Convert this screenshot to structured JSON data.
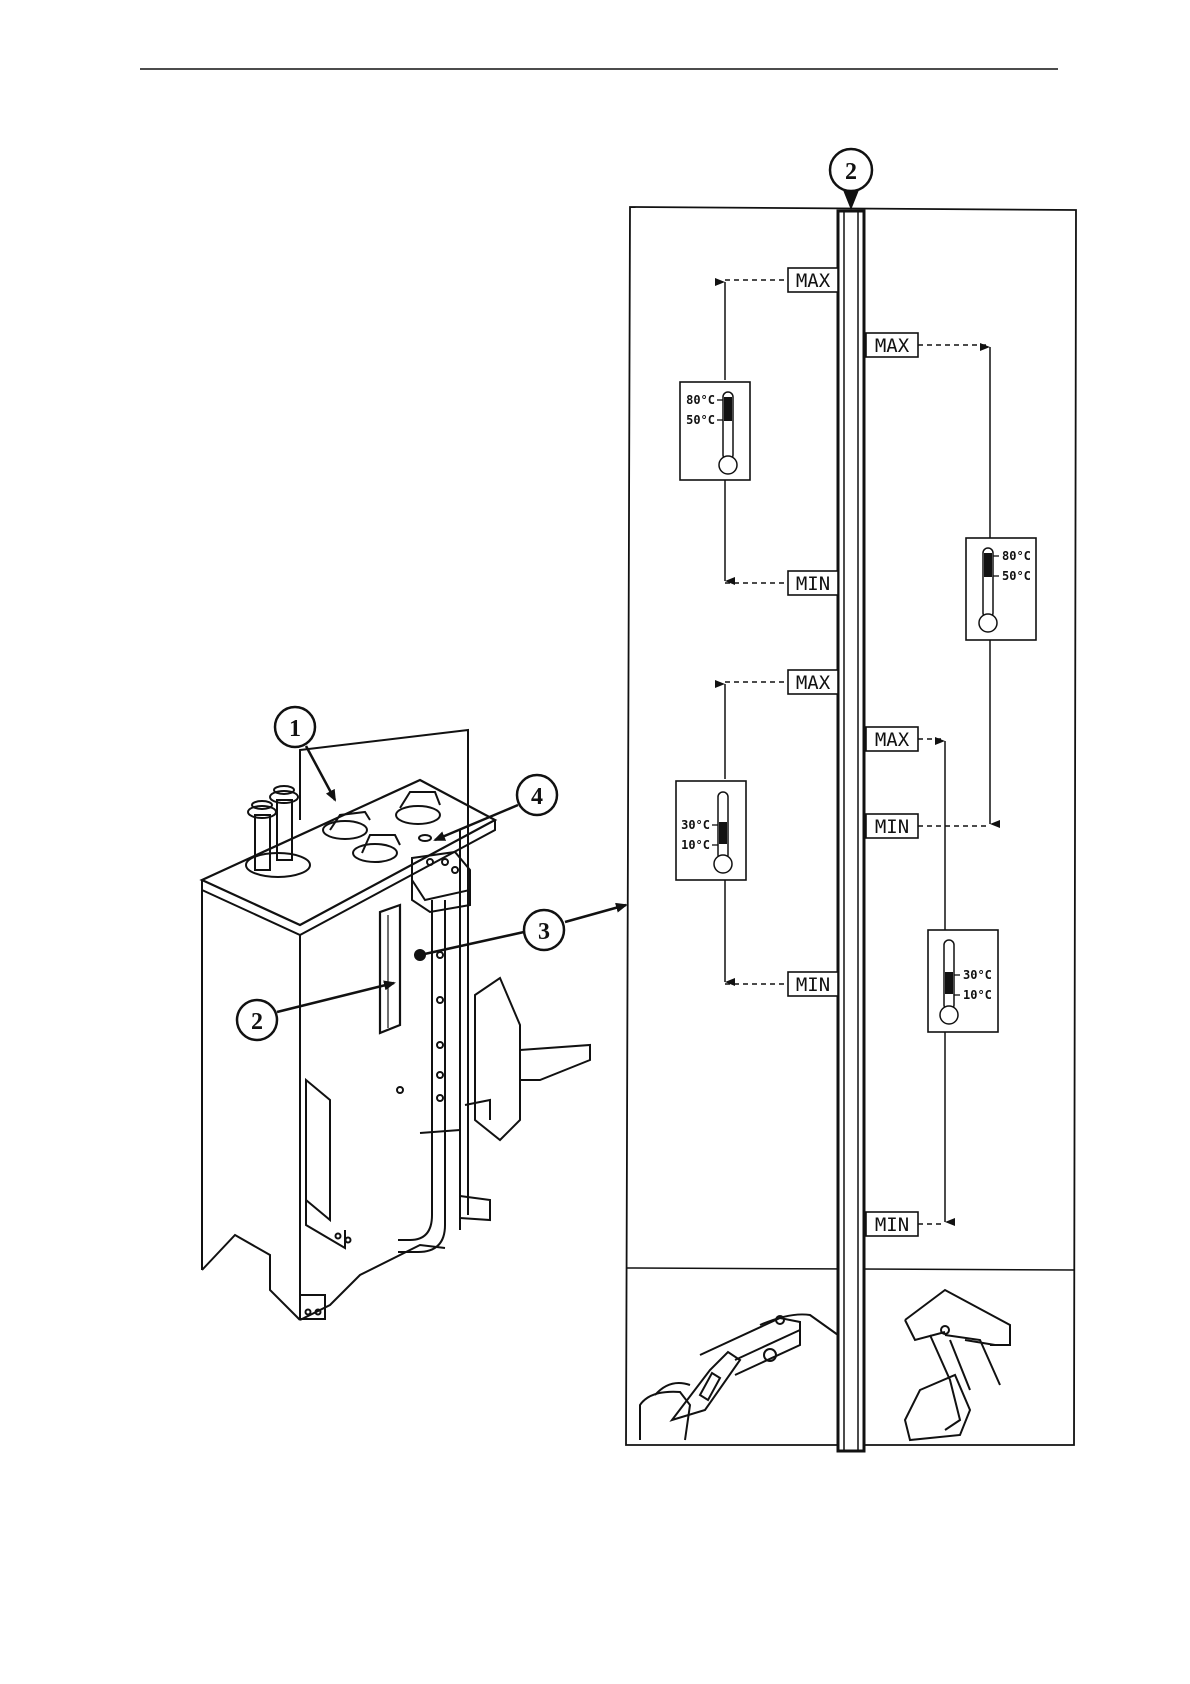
{
  "callouts": {
    "c1": "1",
    "c2": "2",
    "c3": "3",
    "c4": "4",
    "c2_top": "2"
  },
  "level_labels": {
    "max": "MAX",
    "min": "MIN"
  },
  "thermometers": {
    "hot": {
      "high": "80°C",
      "low": "50°C"
    },
    "cold": {
      "high": "30°C",
      "low": "10°C"
    }
  },
  "colors": {
    "ink": "#111111",
    "paper": "#ffffff"
  }
}
